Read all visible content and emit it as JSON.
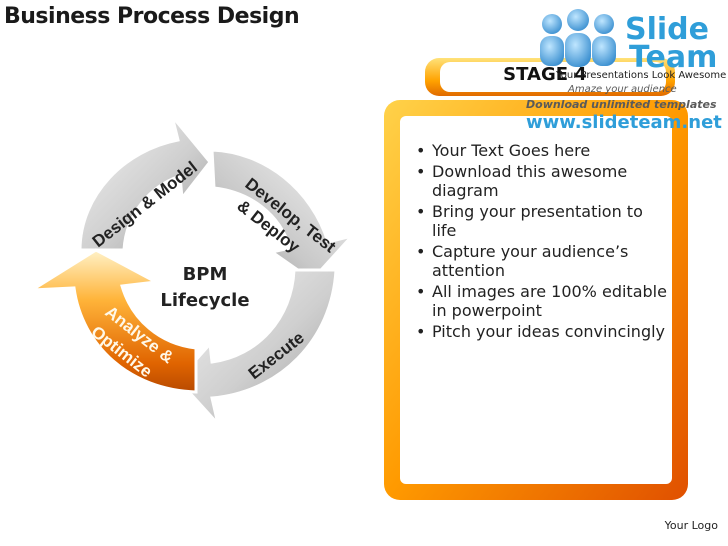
{
  "title": "Business Process Design",
  "stage_label": "STAGE 4",
  "center_label": {
    "line1": "BPM",
    "line2": "Lifecycle"
  },
  "segments": {
    "design": "Design & Model",
    "develop_line1": "Develop, Test",
    "develop_line2": "& Deploy",
    "execute": "Execute",
    "analyze_line1": "Analyze &",
    "analyze_line2": "Optimize"
  },
  "bullets": [
    "Your Text Goes here",
    "Download this awesome diagram",
    "Bring your presentation to life",
    "Capture your audience’s attention",
    "All images are 100% editable in powerpoint",
    "Pitch your ideas convincingly"
  ],
  "logo": {
    "line1": "Slide",
    "line2": "Team",
    "tagline": "Your Presentations Look Awesome",
    "amaze": "Amaze your audience",
    "download": "Download unlimited templates",
    "url": "www.slideteam.net"
  },
  "footer": "Your Logo",
  "colors": {
    "accent": "#f07a00",
    "gray": "#a8a8a8",
    "logo_blue": "#2f9ed9"
  }
}
